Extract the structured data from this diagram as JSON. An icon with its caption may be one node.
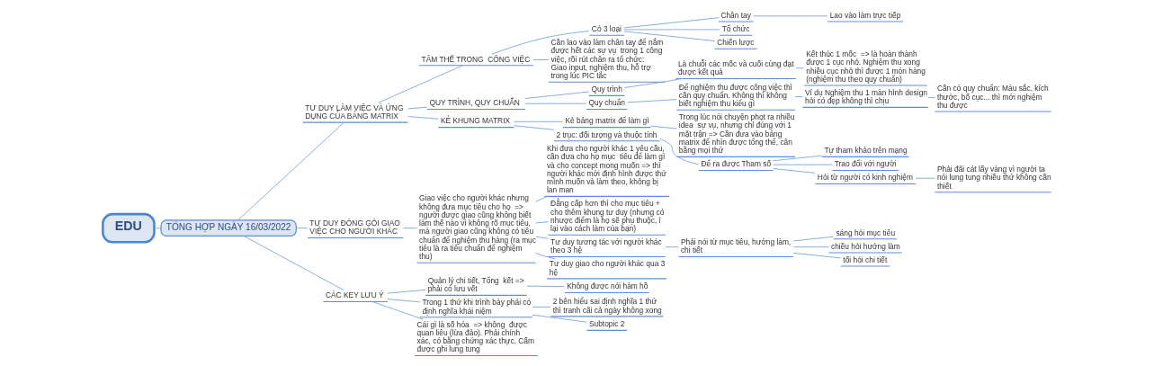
{
  "diagram": {
    "nodes": [
      {
        "text": [
          "EDU"
        ]
      },
      {
        "text": [
          "TỔNG HỢP NGÀY 16/03/2022"
        ]
      },
      {
        "text": [
          "TƯ DUY LÀM VIỆC VÀ ỨNG DỤNG CỦA BẢNG MATRIX"
        ]
      },
      {
        "text": [
          "TÂM THẾ TRONG  CÔNG VIỆC"
        ]
      },
      {
        "text": [
          "Có 3 loại"
        ]
      },
      {
        "text": [
          "Chân tay"
        ]
      },
      {
        "text": [
          "Lao vào làm trực tiếp"
        ]
      },
      {
        "text": [
          "Tổ chức"
        ]
      },
      {
        "text": [
          "Chiến lược"
        ]
      },
      {
        "text": [
          "Cần lao vào làm chân tay để nắm được hết các sự vụ  trong 1 công việc, rồi rút chân ra tổ chức: Giao input, nghiệm thu, hỗ trợ trong lúc PIC tắc"
        ]
      },
      {
        "text": [
          "QUY TRÌNH, QUY CHUẨN"
        ]
      },
      {
        "text": [
          "Quy trình"
        ]
      },
      {
        "text": [
          "Là chuỗi các mốc và cuối cùng đạt được kết quả"
        ]
      },
      {
        "text": [
          "Kết thúc 1 mốc  => là hoàn thành được 1 cục nhỏ. Nghiệm thu xong nhiều cục nhỏ thì được 1 món hàng (nghiệm thu theo quy chuẩn)"
        ]
      },
      {
        "text": [
          "Quy chuẩn"
        ]
      },
      {
        "text": [
          "Để nghiệm thu được công việc thì cần quy chuẩn. Không thì không biết nghiệm thu kiểu gì"
        ]
      },
      {
        "text": [
          "Ví dụ Nghiệm thu 1 màn hình design hỏi có đẹp không thì chịu"
        ]
      },
      {
        "text": [
          "Cần có quy chuẩn: Màu sắc, kích thước, bố cục... thì mới nghiệm thu được"
        ]
      },
      {
        "text": [
          "KẺ KHUNG MATRIX"
        ]
      },
      {
        "text": [
          "Kẻ bảng matrix để làm gì"
        ]
      },
      {
        "text": [
          "Trong lúc nói chuyện phọt ra nhiều idea  sự vụ, nhưng chỉ đúng với 1 mặt trận => Cần đưa vào bảng matrix để nhìn được tổng thể, cân bằng mọi thứ"
        ]
      },
      {
        "text": [
          "2 trục: đối tượng và thuộc tính"
        ]
      },
      {
        "text": [
          "Để ra được Tham số"
        ]
      },
      {
        "text": [
          "Tự tham khảo trên mạng"
        ]
      },
      {
        "text": [
          "Trao đổi với người"
        ]
      },
      {
        "text": [
          "Hỏi từ người có kinh nghiệm"
        ]
      },
      {
        "text": [
          "Phải đãi cát lấy vàng vì người ta nói lung tung nhiều thứ không cần thiết"
        ]
      },
      {
        "text": [
          "TƯ DUY ĐÓNG GÓI GIAO VIỆC CHO NGƯỜI KHÁC"
        ]
      },
      {
        "text": [
          "Giao việc cho người khác nhưng không đưa mục tiêu cho họ  => người được giao cũng không biết làm thế nào vì không rõ mục tiêu, mà người giao cũng không có tiêu chuẩn để nghiệm thu hàng (ra mục tiêu là ra tiêu chuẩn để nghiệm thu)"
        ]
      },
      {
        "text": [
          "Khi đưa cho người khác 1 yêu cầu, cần đưa cho họ mục  tiêu để làm gì và cho concept mong muốn => thì người khác mới định hình được thứ mình muốn và làm theo, không bị lan man"
        ]
      },
      {
        "text": [
          "Đẳng cấp hơn thì cho mục tiêu + cho thêm khung tư duy (nhưng có nhược điểm là họ sẽ phụ thuộc, ỉ lại vào cách làm của bạn)"
        ]
      },
      {
        "text": [
          "Tư duy tương tác với người khác theo 3 hệ"
        ]
      },
      {
        "text": [
          "Phải nói từ mục tiêu, hướng làm, chi tiết"
        ]
      },
      {
        "text": [
          "sáng hỏi mục tiêu"
        ]
      },
      {
        "text": [
          "chiều hỏi hướng làm"
        ]
      },
      {
        "text": [
          "tối hỏi chi tiết"
        ]
      },
      {
        "text": [
          "Tư duy giao cho người khác qua 3 hệ"
        ]
      },
      {
        "text": [
          "CÁC KEY LƯU Ý"
        ]
      },
      {
        "text": [
          "Quản lý chi tiết, Tổng  kết => phải có lưu vết"
        ]
      },
      {
        "text": [
          "Không được nói hàm hồ"
        ]
      },
      {
        "text": [
          "Trong 1 thứ khi trình bày phải có định nghĩa khái niệm"
        ]
      },
      {
        "text": [
          "2 bên hiểu sai định nghĩa 1 thứ thì tranh cãi cả ngày không xong"
        ]
      },
      {
        "text": [
          "Subtopic 2"
        ]
      },
      {
        "text": [
          "Cái gì là số hóa  => không  được quan liêu (lừa đảo). Phải chính xác, có bằng chứng xác thực. Cấm được ghi lung tung"
        ]
      }
    ],
    "edges": [
      {
        "from": 0,
        "to": 1,
        "arrow": "none"
      },
      {
        "from": 1,
        "to": 2,
        "arrow": "none"
      },
      {
        "from": 1,
        "to": 27,
        "arrow": "none"
      },
      {
        "from": 1,
        "to": 37,
        "arrow": "none"
      },
      {
        "from": 2,
        "to": 3,
        "arrow": "none"
      },
      {
        "from": 2,
        "to": 10,
        "arrow": "none"
      },
      {
        "from": 2,
        "to": 18,
        "arrow": "none"
      },
      {
        "from": 3,
        "to": 4,
        "arrow": "none"
      },
      {
        "from": 3,
        "to": 9,
        "arrow": "none"
      },
      {
        "from": 4,
        "to": 5,
        "arrow": "none"
      },
      {
        "from": 4,
        "to": 7,
        "arrow": "none"
      },
      {
        "from": 4,
        "to": 8,
        "arrow": "none"
      },
      {
        "from": 5,
        "to": 6,
        "arrow": "none"
      },
      {
        "from": 10,
        "to": 11,
        "arrow": "none"
      },
      {
        "from": 10,
        "to": 14,
        "arrow": "none"
      },
      {
        "from": 11,
        "to": 12,
        "arrow": "none"
      },
      {
        "from": 12,
        "to": 13,
        "arrow": "none"
      },
      {
        "from": 14,
        "to": 15,
        "arrow": "none"
      },
      {
        "from": 15,
        "to": 16,
        "arrow": "none"
      },
      {
        "from": 16,
        "to": 17,
        "arrow": "none"
      },
      {
        "from": 18,
        "to": 19,
        "arrow": "none"
      },
      {
        "from": 18,
        "to": 21,
        "arrow": "none"
      },
      {
        "from": 19,
        "to": 20,
        "arrow": "none"
      },
      {
        "from": 21,
        "to": 22,
        "arrow": "none"
      },
      {
        "from": 22,
        "to": 23,
        "arrow": "none"
      },
      {
        "from": 22,
        "to": 24,
        "arrow": "none"
      },
      {
        "from": 22,
        "to": 25,
        "arrow": "none"
      },
      {
        "from": 25,
        "to": 26,
        "arrow": "none"
      },
      {
        "from": 27,
        "to": 28,
        "arrow": "none"
      },
      {
        "from": 28,
        "to": 29,
        "arrow": "none"
      },
      {
        "from": 28,
        "to": 30,
        "arrow": "none"
      },
      {
        "from": 28,
        "to": 31,
        "arrow": "none"
      },
      {
        "from": 28,
        "to": 36,
        "arrow": "none"
      },
      {
        "from": 31,
        "to": 32,
        "arrow": "none"
      },
      {
        "from": 32,
        "to": 33,
        "arrow": "none"
      },
      {
        "from": 32,
        "to": 34,
        "arrow": "none"
      },
      {
        "from": 32,
        "to": 35,
        "arrow": "none"
      },
      {
        "from": 37,
        "to": 38,
        "arrow": "none"
      },
      {
        "from": 37,
        "to": 40,
        "arrow": "none"
      },
      {
        "from": 37,
        "to": 43,
        "arrow": "none"
      },
      {
        "from": 38,
        "to": 39,
        "arrow": "none"
      },
      {
        "from": 40,
        "to": 41,
        "arrow": "none"
      },
      {
        "from": 40,
        "to": 42,
        "arrow": "none"
      }
    ]
  }
}
